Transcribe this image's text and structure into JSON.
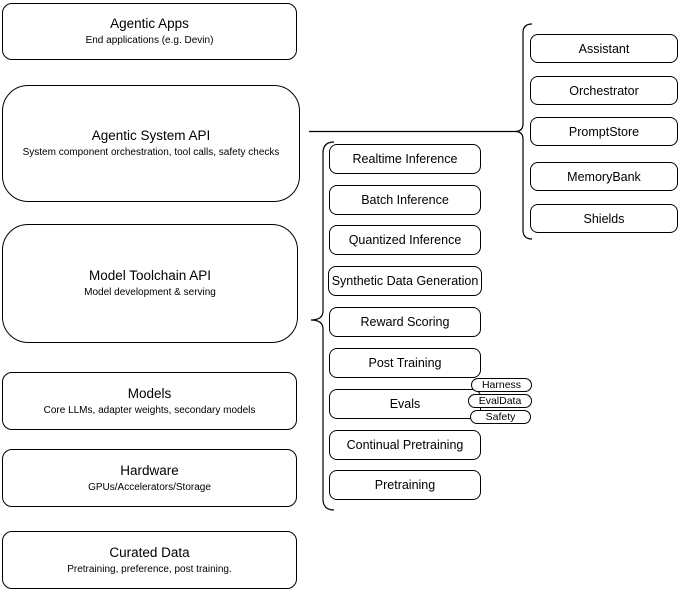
{
  "layers": [
    {
      "title": "Agentic Apps",
      "subtitle": "End applications (e.g. Devin)"
    },
    {
      "title": "Agentic System API",
      "subtitle": "System component orchestration, tool calls, safety checks"
    },
    {
      "title": "Model Toolchain API",
      "subtitle": "Model development & serving"
    },
    {
      "title": "Models",
      "subtitle": "Core LLMs, adapter weights, secondary models"
    },
    {
      "title": "Hardware",
      "subtitle": "GPUs/Accelerators/Storage"
    },
    {
      "title": "Curated Data",
      "subtitle": "Pretraining, preference, post training."
    }
  ],
  "toolchain_services": [
    "Realtime Inference",
    "Batch Inference",
    "Quantized Inference",
    "Synthetic Data Generation",
    "Reward Scoring",
    "Post Training",
    "Evals",
    "Continual Pretraining",
    "Pretraining"
  ],
  "evals_tags": [
    "Harness",
    "EvalData",
    "Safety"
  ],
  "system_components": [
    "Assistant",
    "Orchestrator",
    "PromptStore",
    "MemoryBank",
    "Shields"
  ],
  "colors": {
    "stroke": "#000000",
    "fill": "#ffffff",
    "background": "#ffffff",
    "text": "#000000"
  }
}
